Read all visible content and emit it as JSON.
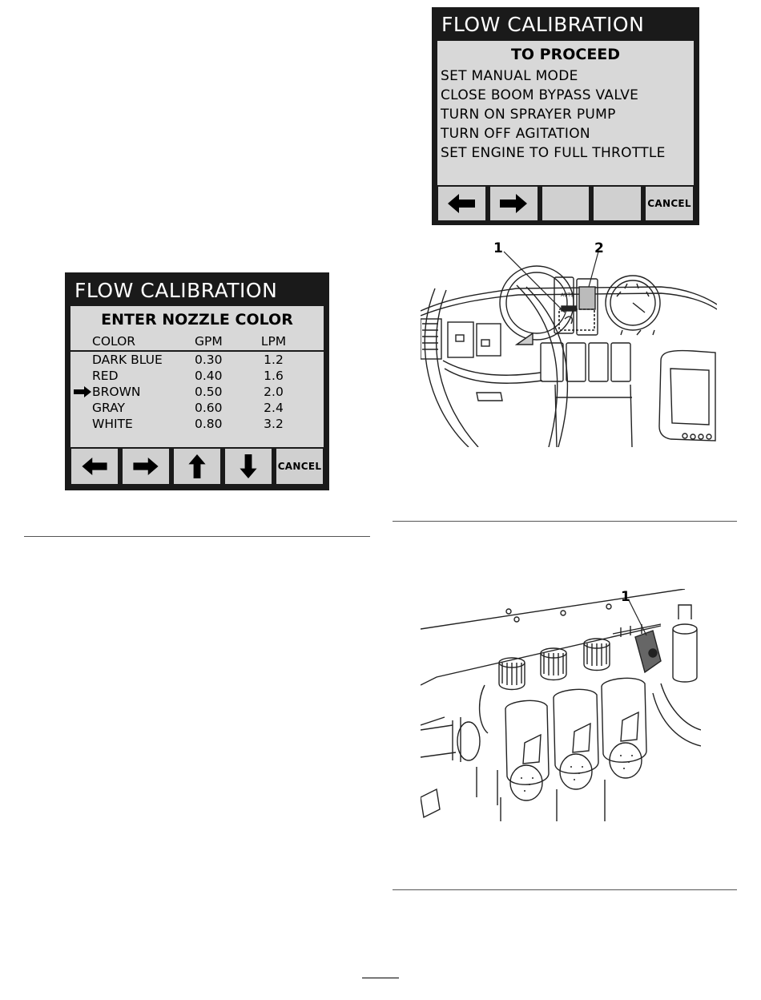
{
  "screen_proceed": {
    "title": "FLOW CALIBRATION",
    "heading": "TO PROCEED",
    "lines": [
      "SET MANUAL MODE",
      "CLOSE BOOM BYPASS VALVE",
      "TURN ON SPRAYER PUMP",
      "TURN OFF AGITATION",
      "SET ENGINE TO FULL THROTTLE"
    ],
    "buttons": {
      "cancel": "CANCEL"
    }
  },
  "screen_nozzle": {
    "title": "FLOW CALIBRATION",
    "heading": "ENTER NOZZLE COLOR",
    "columns": [
      "COLOR",
      "GPM",
      "LPM"
    ],
    "rows": [
      {
        "color": "DARK BLUE",
        "gpm": "0.30",
        "lpm": "1.2"
      },
      {
        "color": "RED",
        "gpm": "0.40",
        "lpm": "1.6"
      },
      {
        "color": "BROWN",
        "gpm": "0.50",
        "lpm": "2.0"
      },
      {
        "color": "GRAY",
        "gpm": "0.60",
        "lpm": "2.4"
      },
      {
        "color": "WHITE",
        "gpm": "0.80",
        "lpm": "3.2"
      }
    ],
    "selected_index": 2,
    "buttons": {
      "cancel": "CANCEL"
    }
  },
  "figure_dash": {
    "callout_1": "1",
    "callout_2": "2"
  },
  "figure_valves": {
    "callout_1": "1"
  }
}
